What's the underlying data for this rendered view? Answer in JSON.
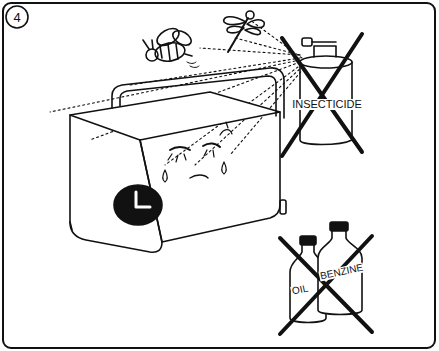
{
  "diagram": {
    "labels": [
      "4",
      "INSECTICIDE",
      "OIL",
      "BENZINE"
    ]
  }
}
